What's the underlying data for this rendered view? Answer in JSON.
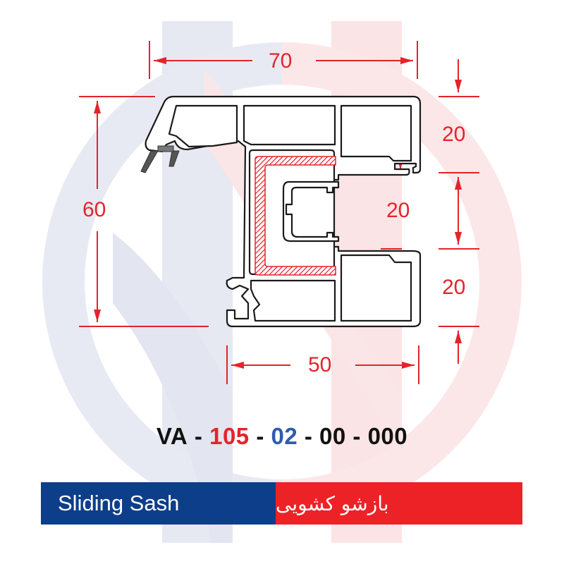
{
  "colors": {
    "dimension": "#e3242b",
    "band_left": "#0d3e8a",
    "band_right": "#ec2227",
    "code_red": "#e3242b",
    "code_blue": "#2f5bb0",
    "code_black": "#111111",
    "watermark_blue": "#e4e6f1",
    "watermark_red": "#fbe3e4",
    "profile_stroke": "#1a1a1a",
    "reinforcement": "#e3242b",
    "gasket": "#555555"
  },
  "dimensions": {
    "top_width": "70",
    "bottom_width": "50",
    "left_height": "60",
    "right_top_segment": "20",
    "middle_segment": "20",
    "right_bottom_segment": "20"
  },
  "product_code": {
    "parts": [
      {
        "text": "VA",
        "color": "black"
      },
      {
        "text": " - ",
        "color": "black"
      },
      {
        "text": "105",
        "color": "red"
      },
      {
        "text": " - ",
        "color": "black"
      },
      {
        "text": "02",
        "color": "blue"
      },
      {
        "text": " - ",
        "color": "black"
      },
      {
        "text": "00",
        "color": "black"
      },
      {
        "text": " - ",
        "color": "black"
      },
      {
        "text": "000",
        "color": "black"
      }
    ]
  },
  "label_band": {
    "english": "Sliding Sash",
    "persian": "بازشو کشویی"
  }
}
